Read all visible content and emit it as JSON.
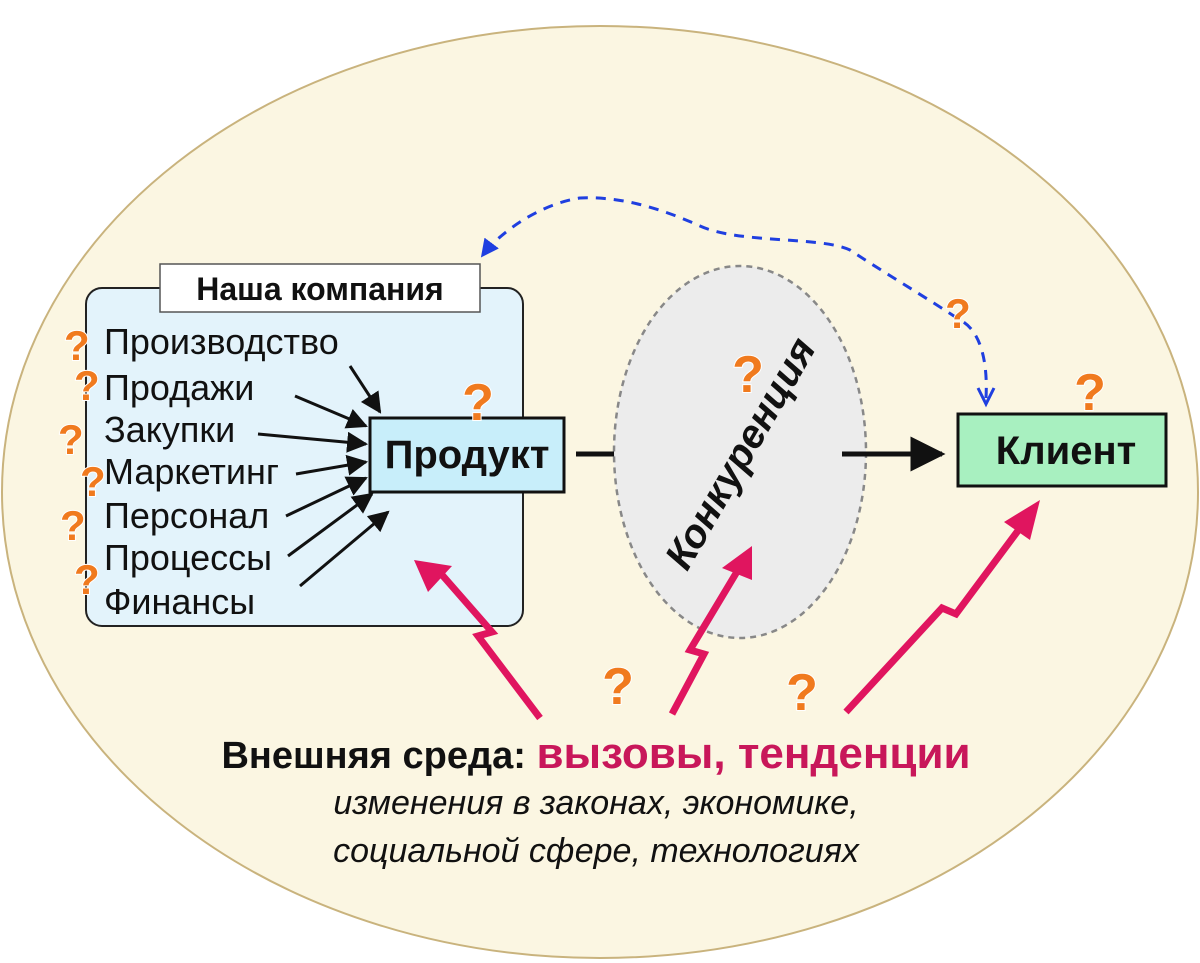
{
  "company": {
    "title": "Наша компания",
    "departments": [
      "Производство",
      "Продажи",
      "Закупки",
      "Маркетинг",
      "Персонал",
      "Процессы",
      "Финансы"
    ]
  },
  "nodes": {
    "product": "Продукт",
    "competition": "Конкуренция",
    "client": "Клиент"
  },
  "question_mark": "?",
  "environment": {
    "label": "Внешняя среда:",
    "highlight": "вызовы, тенденции",
    "line1": "изменения в законах, экономике,",
    "line2": "социальной сфере, технологиях"
  },
  "colors": {
    "outer_ellipse": "#fbf6e2",
    "company_box": "#e3f3fb",
    "product_box": "#c8eefa",
    "client_box": "#a8f0c0",
    "competition_ellipse": "#ececec",
    "question": "#f07a1e",
    "lightning": "#e0155f",
    "dashed_feedback": "#1f3fe0",
    "highlight_text": "#c8175a"
  }
}
